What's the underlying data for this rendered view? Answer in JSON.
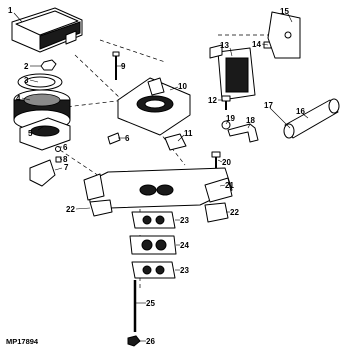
{
  "figure_id": "MP17894",
  "callouts": [
    {
      "num": "1"
    },
    {
      "num": "2"
    },
    {
      "num": "3"
    },
    {
      "num": "4"
    },
    {
      "num": "5"
    },
    {
      "num": "6"
    },
    {
      "num": "7"
    },
    {
      "num": "8"
    },
    {
      "num": "9"
    },
    {
      "num": "10"
    },
    {
      "num": "11"
    },
    {
      "num": "12"
    },
    {
      "num": "13"
    },
    {
      "num": "14"
    },
    {
      "num": "15"
    },
    {
      "num": "16"
    },
    {
      "num": "17"
    },
    {
      "num": "18"
    },
    {
      "num": "19"
    },
    {
      "num": "20"
    },
    {
      "num": "21"
    },
    {
      "num": "22"
    },
    {
      "num": "22"
    },
    {
      "num": "23"
    },
    {
      "num": "24"
    },
    {
      "num": "23"
    },
    {
      "num": "25"
    },
    {
      "num": "26"
    }
  ]
}
